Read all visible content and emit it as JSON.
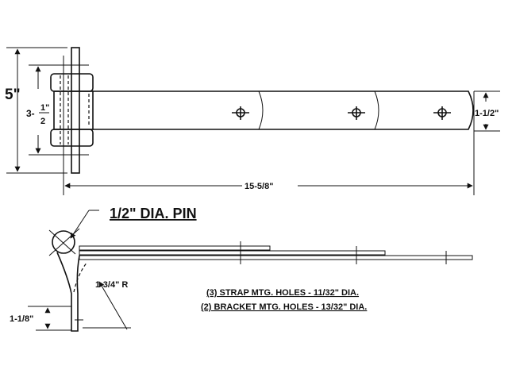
{
  "top_view": {
    "overall_height": "5\"",
    "knuckle_span_whole": "3-",
    "knuckle_span_num": "1\"",
    "knuckle_span_den": "2",
    "strap_width": "1-1/2\"",
    "strap_length": "15-5/8\""
  },
  "side_view": {
    "pin_label": "1/2\" DIA. PIN",
    "radius_label": "1-3/4\" R",
    "offset_label": "1-1/8\"",
    "note_strap_holes": "(3) STRAP MTG. HOLES - 11/32\" DIA.",
    "note_bracket_holes": "(2) BRACKET MTG. HOLES - 13/32\" DIA."
  }
}
